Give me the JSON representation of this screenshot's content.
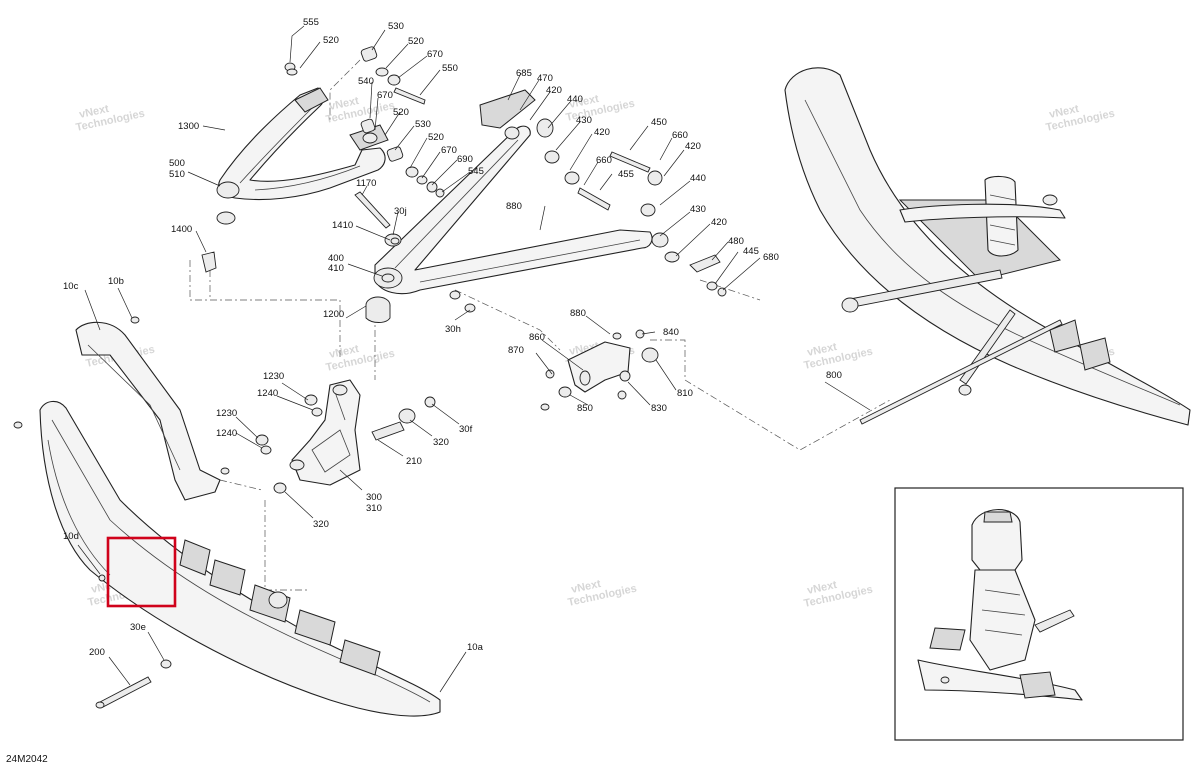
{
  "drawing_code": "24M2042",
  "watermark_lines": [
    "vNext",
    "Technologies"
  ],
  "colors": {
    "highlight_box": "#d0021b",
    "line": "#222222",
    "watermark": "#d6d6d6"
  },
  "callouts": {
    "c555": "555",
    "c520a": "520",
    "c530a": "530",
    "c520b": "520",
    "c670a": "670",
    "c550": "550",
    "c540": "540",
    "c670b": "670",
    "c520c": "520",
    "c530b": "530",
    "c520d": "520",
    "c670c": "670",
    "c690": "690",
    "c545": "545",
    "c1300": "1300",
    "c500": "500",
    "c510": "510",
    "c1170": "1170",
    "c30j": "30j",
    "c1410": "1410",
    "c1400": "1400",
    "c400": "400",
    "c410": "410",
    "c880a": "880",
    "c1200": "1200",
    "c30h": "30h",
    "c685": "685",
    "c470": "470",
    "c420a": "420",
    "c440a": "440",
    "c430a": "430",
    "c420b": "420",
    "c450": "450",
    "c660a": "660",
    "c420c": "420",
    "c660b": "660",
    "c455": "455",
    "c440b": "440",
    "c430b": "430",
    "c420d": "420",
    "c480": "480",
    "c445": "445",
    "c680": "680",
    "c880b": "880",
    "c840": "840",
    "c860": "860",
    "c870": "870",
    "c810": "810",
    "c850": "850",
    "c830": "830",
    "c10c": "10c",
    "c10b": "10b",
    "c1230a": "1230",
    "c1240a": "1240",
    "c1230b": "1230",
    "c1240b": "1240",
    "c30f": "30f",
    "c320a": "320",
    "c210": "210",
    "c300": "300",
    "c310": "310",
    "c320b": "320",
    "c10d": "10d",
    "c30e": "30e",
    "c200": "200",
    "c10a": "10a",
    "c800": "800"
  }
}
